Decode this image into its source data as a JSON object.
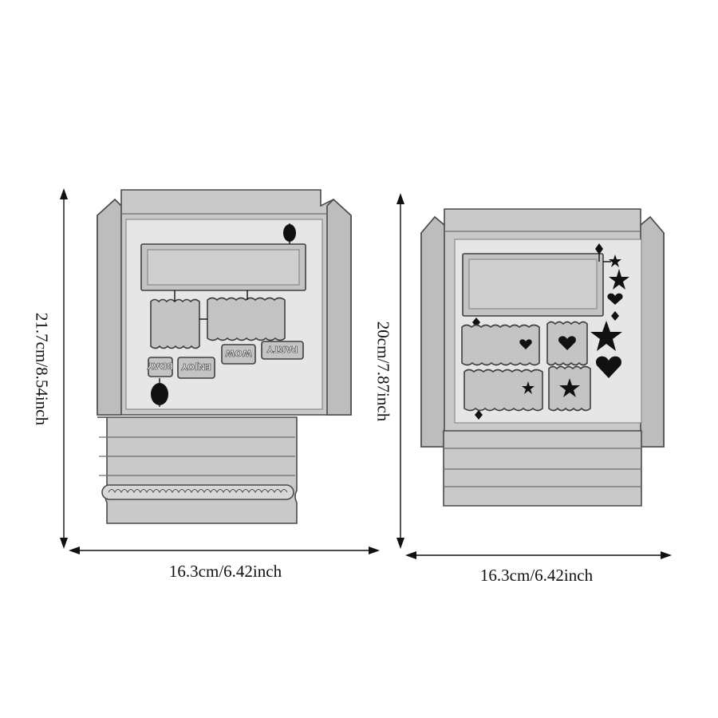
{
  "dimensions": {
    "left": {
      "width": "16.3cm/6.42inch",
      "height": "21.7cm/8.54inch"
    },
    "right": {
      "width": "16.3cm/6.42inch",
      "height": "20cm/7.87inch"
    }
  },
  "die_words": [
    "BDAY",
    "ENJOY",
    "WOW",
    "PARTY"
  ],
  "colors": {
    "die": "#c9c9c9",
    "inner": "#e6e6e6",
    "outline": "#4a4a4a",
    "arrow": "#111111",
    "background": "#ffffff"
  },
  "icons": [
    "heart-icon",
    "star-icon",
    "spade-icon",
    "oval-tag-icon"
  ]
}
